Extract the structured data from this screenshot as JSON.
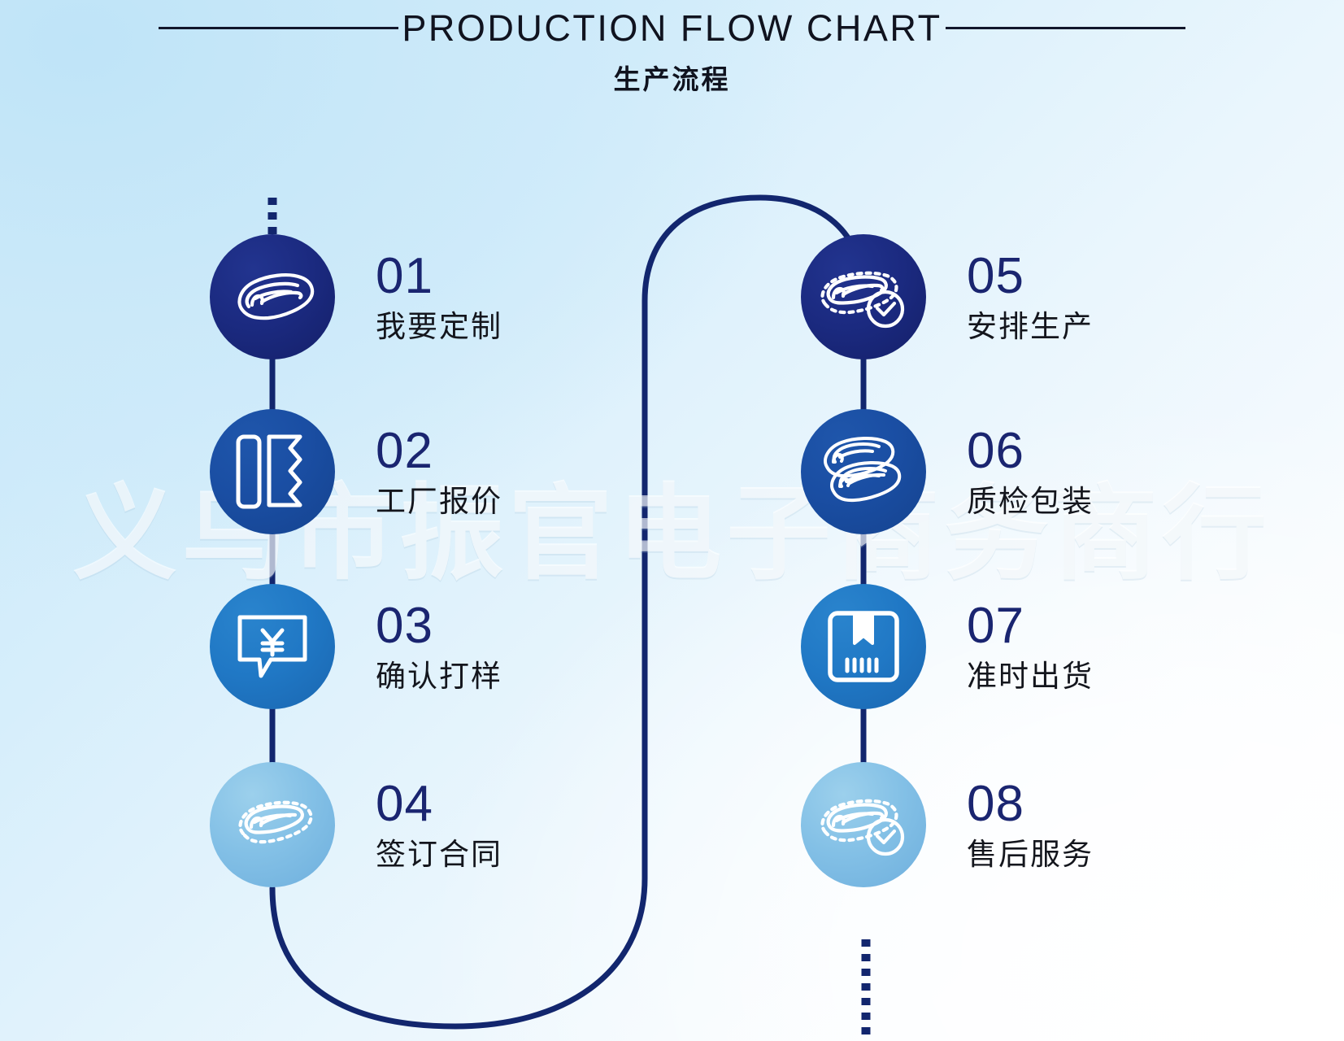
{
  "header": {
    "title": "PRODUCTION FLOW CHART",
    "subtitle": "生产流程"
  },
  "watermark": {
    "text": "义乌市振官电子商务商行"
  },
  "colors": {
    "background_top_left": "#c3e6f9",
    "background_bottom_right": "#ffffff",
    "connector_line": "#12266e",
    "number_text": "#1a2570",
    "label_text": "#14161d",
    "bubble_dark_navy": "#1b2a80",
    "bubble_mid_blue": "#1a4ea3",
    "bubble_bright_blue": "#2078c5",
    "bubble_light_blue": "#83c0e6",
    "icon_stroke": "#ffffff",
    "rule": "#11162b"
  },
  "chart_data": {
    "type": "diagram",
    "title": "PRODUCTION FLOW CHART",
    "subtitle": "生产流程",
    "layout": "two-column serpentine flow, left column top-to-bottom then U-turn to right column top-to-bottom",
    "steps_count": 8,
    "columns": [
      {
        "name": "left",
        "step_numbers": [
          "01",
          "02",
          "03",
          "04"
        ]
      },
      {
        "name": "right",
        "step_numbers": [
          "05",
          "06",
          "07",
          "08"
        ]
      }
    ]
  },
  "steps": [
    {
      "num": "01",
      "label": "我要定制",
      "icon": "flip-flop-sandal-icon",
      "column": "left",
      "bubble_color": "#1b2a80"
    },
    {
      "num": "02",
      "label": "工厂报价",
      "icon": "price-quote-document-icon",
      "column": "left",
      "bubble_color": "#1a4ea3"
    },
    {
      "num": "03",
      "label": "确认打样",
      "icon": "yuan-speech-bubble-icon",
      "column": "left",
      "bubble_color": "#2078c5"
    },
    {
      "num": "04",
      "label": "签订合同",
      "icon": "stitched-sandal-icon",
      "column": "left",
      "bubble_color": "#83c0e6"
    },
    {
      "num": "05",
      "label": "安排生产",
      "icon": "sandal-check-icon",
      "column": "right",
      "bubble_color": "#1b2a80"
    },
    {
      "num": "06",
      "label": "质检包装",
      "icon": "sandal-pair-icon",
      "column": "right",
      "bubble_color": "#1a4ea3"
    },
    {
      "num": "07",
      "label": "准时出货",
      "icon": "shipping-box-icon",
      "column": "right",
      "bubble_color": "#2078c5"
    },
    {
      "num": "08",
      "label": "售后服务",
      "icon": "sandal-check-icon",
      "column": "right",
      "bubble_color": "#83c0e6"
    }
  ]
}
